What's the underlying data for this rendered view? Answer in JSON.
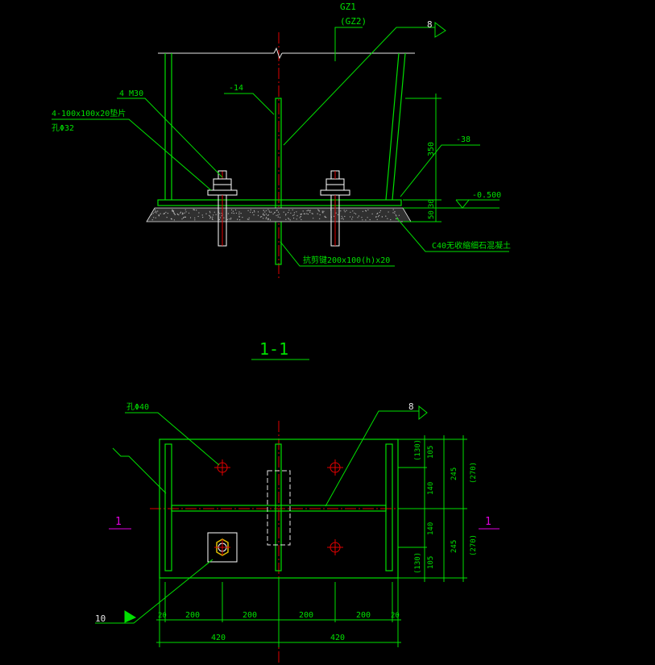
{
  "elevation": {
    "column_label": "GZ1",
    "column_label_alt": "(GZ2)",
    "stiffener_mark": "8",
    "bolts_label": "4 M30",
    "washer_label": "4-100x100x20垫片",
    "washer_hole_label": "孔Φ32",
    "web_plate_label": "-14",
    "base_plate_label": "-38",
    "elevation_label": "-0.500",
    "dim_350": "350",
    "dim_50": "50",
    "dim_30": "30",
    "grout_label": "C40无收缩细石混凝土",
    "shear_key_label": "抗剪键200x100(h)x20"
  },
  "section_title": "1-1",
  "plan": {
    "hole_label": "孔Φ40",
    "stiffener_mark": "8",
    "anchor_mark": "10",
    "section_mark_left": "1",
    "section_mark_right": "1",
    "right_dims": {
      "d130_top": "(130)",
      "d105_top": "105",
      "d140_top": "140",
      "d140_bot": "140",
      "d105_bot": "105",
      "d130_bot": "(130)",
      "d245_top": "245",
      "d270_top": "(270)",
      "d245_bot": "245",
      "d270_bot": "(270)"
    },
    "bottom_dims": {
      "d20_left": "20",
      "d200_1": "200",
      "d200_2": "200",
      "d200_3": "200",
      "d200_4": "200",
      "d20_right": "20",
      "d420_left": "420",
      "d420_right": "420"
    }
  },
  "colors": {
    "background": "#000000",
    "steel": "#00e000",
    "centerline": "#e00000",
    "text": "#e6e6e6",
    "section_mark": "#e000e0",
    "bolt": "#ffffff"
  }
}
